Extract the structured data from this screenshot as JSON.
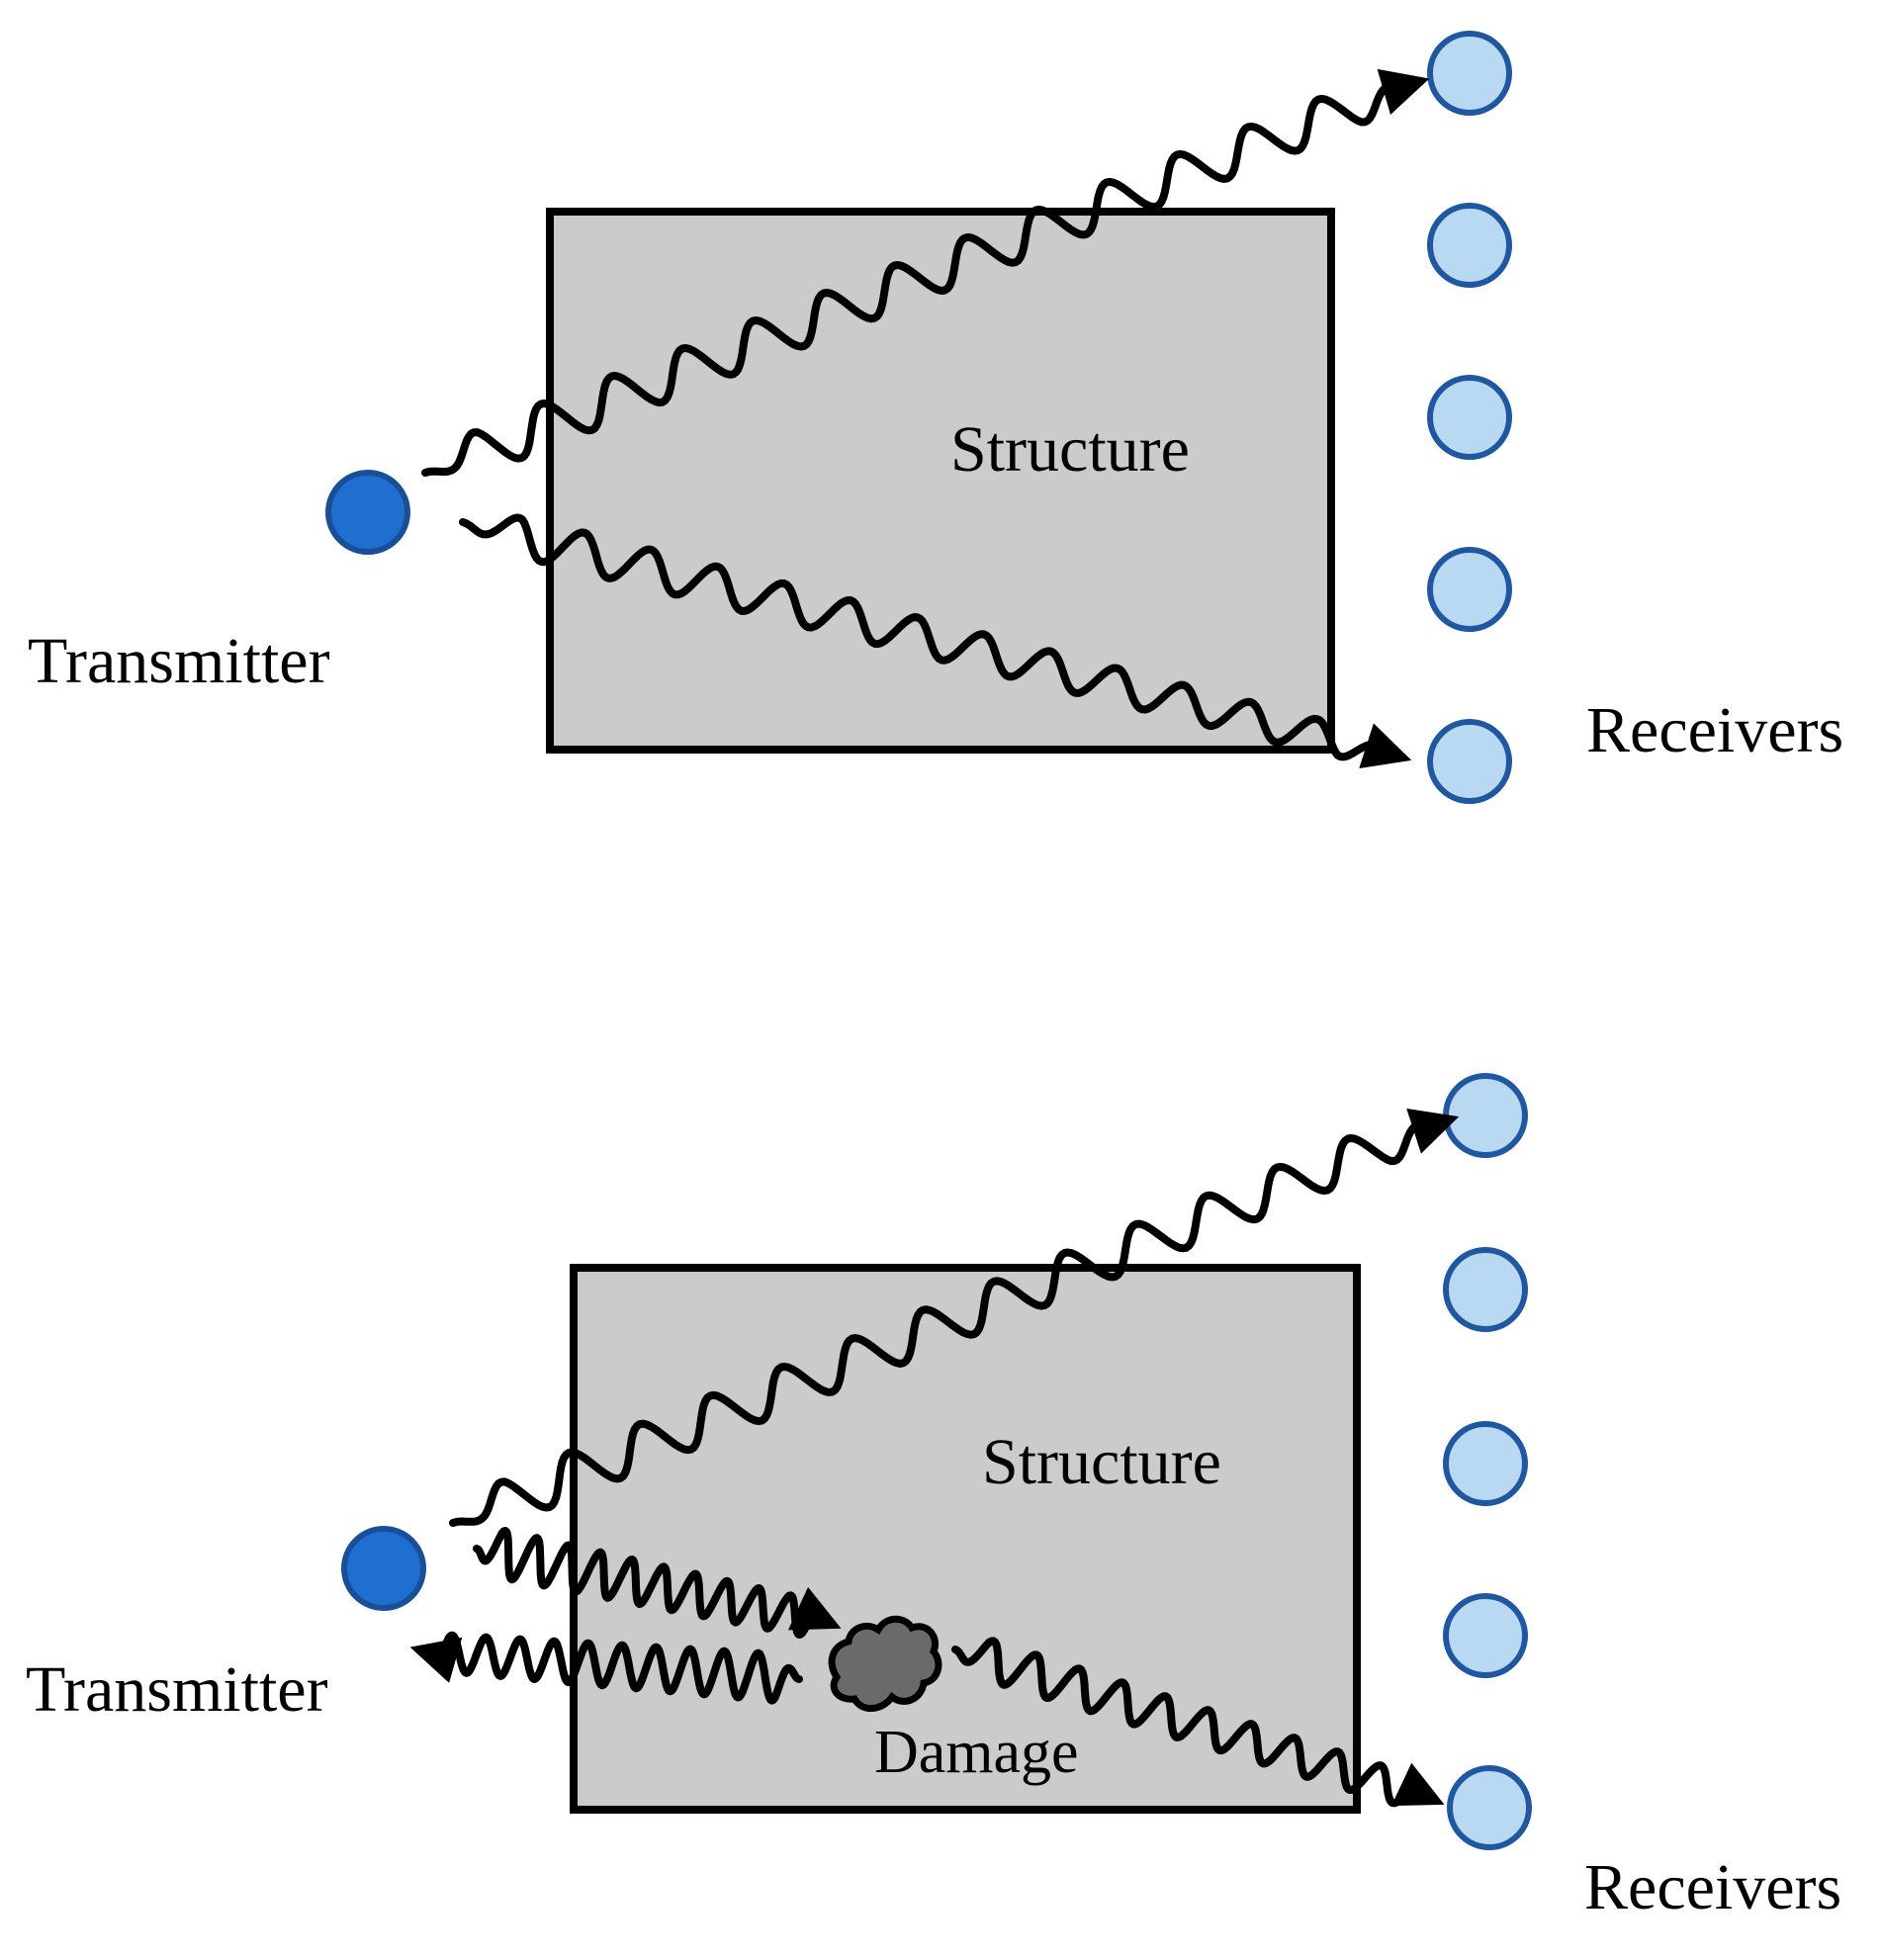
{
  "colors": {
    "structure_fill": "#cbcbcb",
    "structure_stroke": "#000000",
    "transmitter_fill": "#1f6fd1",
    "transmitter_stroke": "#1a4f98",
    "receiver_fill": "#b9d8f1",
    "receiver_stroke": "#1f57a0",
    "damage_fill": "#6a6a6a",
    "wave_stroke": "#000000"
  },
  "panels": [
    {
      "structure_label": "Structure",
      "transmitter_label": "Transmitter",
      "receivers_label": "Receivers",
      "receiver_count": 5
    },
    {
      "structure_label": "Structure",
      "transmitter_label": "Transmitter",
      "receivers_label": "Receivers",
      "damage_label": "Damage",
      "receiver_count": 5
    }
  ]
}
